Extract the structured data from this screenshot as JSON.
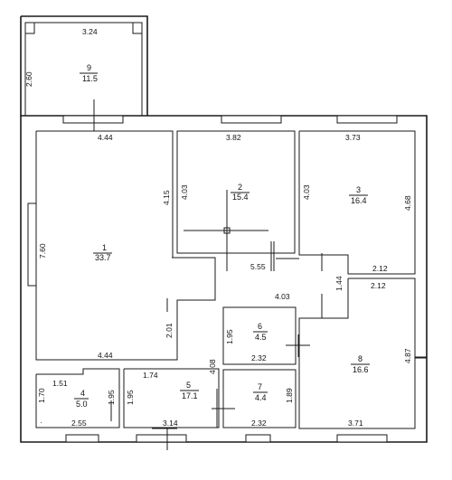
{
  "rooms": [
    {
      "id": "9",
      "number": "9",
      "area": "11.5",
      "dims": {
        "top": "3.24",
        "left": "2.60"
      }
    },
    {
      "id": "1",
      "number": "1",
      "area": "33.7",
      "dims": {
        "top": "4.44",
        "left": "7.60",
        "right": "4.15",
        "bottom": "4.44",
        "inner": "2.01"
      }
    },
    {
      "id": "2",
      "number": "2",
      "area": "15.4",
      "dims": {
        "top": "3.82",
        "left": "4.03"
      }
    },
    {
      "id": "3",
      "number": "3",
      "area": "16.4",
      "dims": {
        "top": "3.73",
        "left": "4.03",
        "right": "4.68",
        "bottom": "2.12"
      }
    },
    {
      "id": "corridor",
      "dims": {
        "top": "5.55",
        "bottom": "4.03",
        "right": "1.44"
      }
    },
    {
      "id": "6",
      "number": "6",
      "area": "4.5",
      "dims": {
        "left": "1.95",
        "bottom": "2.32"
      }
    },
    {
      "id": "7",
      "number": "7",
      "area": "4.4",
      "dims": {
        "right": "1.89",
        "bottom": "2.32"
      }
    },
    {
      "id": "8",
      "number": "8",
      "area": "16.6",
      "dims": {
        "top": "2.12",
        "right": "4.87",
        "bottom": "3.71"
      }
    },
    {
      "id": "4",
      "number": "4",
      "area": "5.0",
      "dims": {
        "top": "1.51",
        "left": "1.70",
        "right": "1.95",
        "bottom": "2.55"
      }
    },
    {
      "id": "5",
      "number": "5",
      "area": "17.1",
      "dims": {
        "top": "1.74",
        "left": "1.95",
        "right": "4.08",
        "bottom": "3.14"
      }
    }
  ]
}
